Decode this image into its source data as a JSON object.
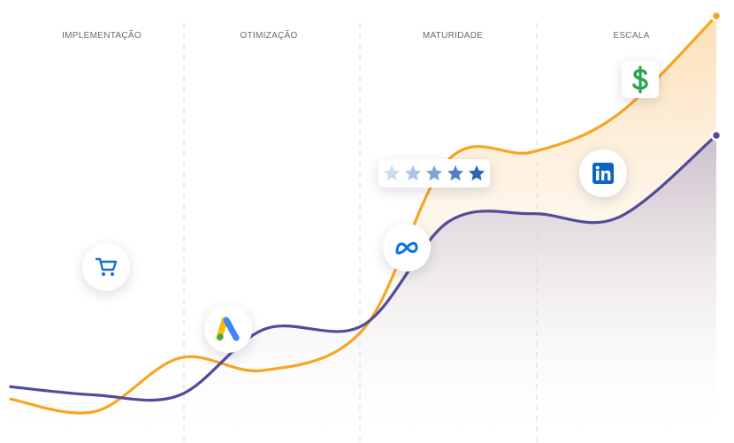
{
  "chart_data": {
    "type": "line",
    "title": "",
    "xlabel": "",
    "ylabel": "",
    "grid": false,
    "phases": [
      "IMPLEMENTAÇÃO",
      "OTIMIZAÇÃO",
      "MATURIDADE",
      "ESCALA"
    ],
    "xlim": [
      0,
      100
    ],
    "ylim": [
      0,
      100
    ],
    "series": [
      {
        "color": "#f5a623",
        "x": [
          0,
          12,
          24,
          36,
          50,
          62,
          74,
          86,
          100
        ],
        "y": [
          7,
          4,
          17,
          14,
          24,
          65,
          67,
          76,
          100
        ]
      },
      {
        "color": "#524b9c",
        "x": [
          0,
          12,
          24,
          36,
          50,
          62,
          74,
          86,
          100
        ],
        "y": [
          10,
          8,
          8,
          24,
          25,
          50,
          52,
          51,
          71
        ]
      }
    ]
  },
  "badges": [
    {
      "icon": "shopping-cart-icon",
      "color": "#1e6fc9"
    },
    {
      "icon": "google-ads-icon",
      "color": "#fbbc04"
    },
    {
      "icon": "meta-icon",
      "color": "#0a72e6"
    },
    {
      "icon": "linkedin-icon",
      "color": "#0a66c2"
    }
  ],
  "rating": {
    "icon": "star-icon",
    "stars": 5,
    "colors": [
      "#c9dcf0",
      "#a9c4e6",
      "#7aa3d6",
      "#4f82c4",
      "#2a65b5"
    ]
  },
  "dollar": {
    "icon": "dollar-icon",
    "color": "#2aa353"
  }
}
